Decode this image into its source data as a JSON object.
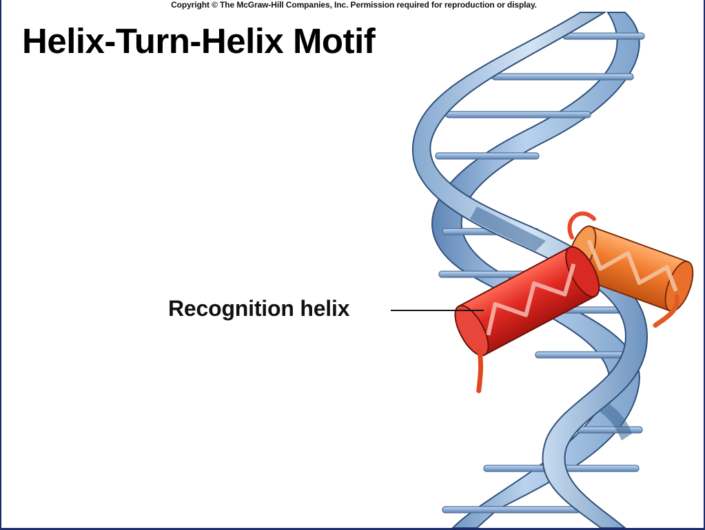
{
  "slide": {
    "copyright": "Copyright © The McGraw-Hill Companies, Inc. Permission required for reproduction or display.",
    "title": "Helix-Turn-Helix Motif",
    "callout_label": "Recognition helix"
  },
  "colors": {
    "background": "#ffffff",
    "frame": "#1a2a6b",
    "dna_backbone": "#9dbfe0",
    "dna_backbone_shadow": "#4f79ab",
    "base_pair": "#8eafd6",
    "recognition_helix": "#e02a22",
    "second_helix": "#f07a2c",
    "text": "#111111"
  },
  "icons": {
    "dna": "dna-double-helix-icon",
    "recognition_helix": "red-cylinder-helix-icon",
    "second_helix": "orange-cylinder-helix-icon"
  }
}
